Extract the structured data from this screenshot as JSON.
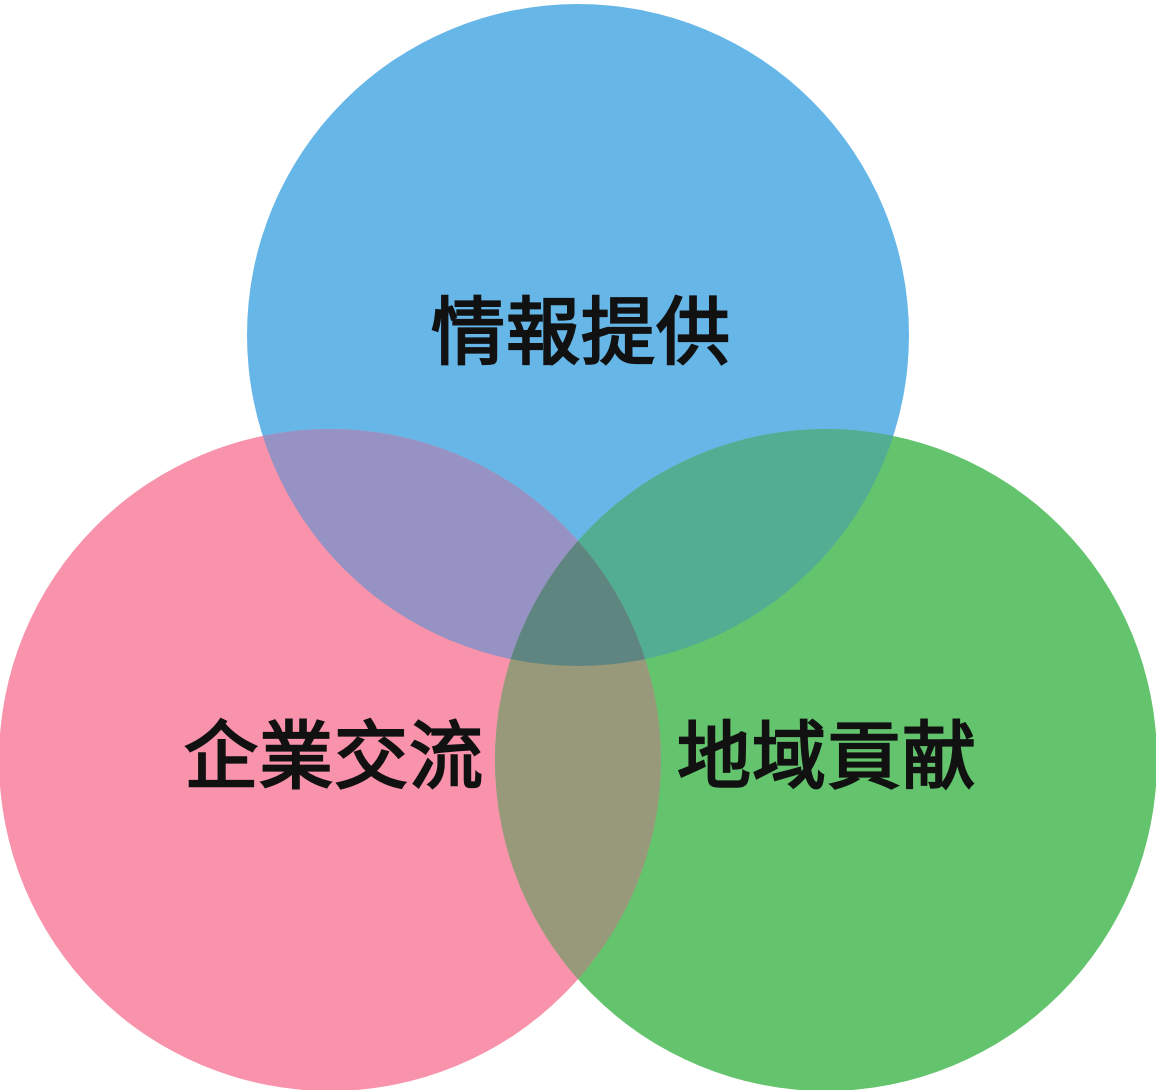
{
  "diagram": {
    "type": "venn-3-circle",
    "background_color": "#ffffff",
    "label_color": "#111111",
    "circles": [
      {
        "id": "top",
        "label": "情報提供",
        "color": "#66B6E8"
      },
      {
        "id": "bottom-left",
        "label": "企業交流",
        "color": "#F893AB"
      },
      {
        "id": "bottom-right",
        "label": "地域貢献",
        "color": "#64C46D"
      }
    ],
    "overlaps": {
      "top_and_left": "#9792C4",
      "top_and_right": "#52AD93",
      "left_and_right": "#98997A",
      "center": "#5F8580"
    }
  }
}
